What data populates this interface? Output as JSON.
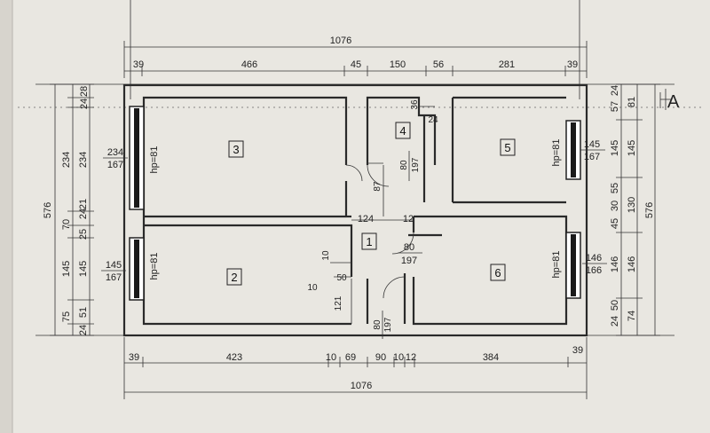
{
  "top_dims": {
    "total": "1076",
    "segments": [
      "39",
      "466",
      "45",
      "150",
      "56",
      "281",
      "39"
    ]
  },
  "bottom_dims": {
    "total": "1076",
    "segments": [
      "39",
      "423",
      "10",
      "69",
      "90",
      "10",
      "12",
      "384",
      "39"
    ]
  },
  "left_dims": {
    "total": "576",
    "outer": [
      "28",
      "234",
      "70",
      "145",
      "75"
    ],
    "inner": [
      "24",
      "234",
      "24",
      "21",
      "25",
      "145",
      "24",
      "51"
    ]
  },
  "right_dims": {
    "total": "576",
    "outer": [
      "81",
      "145",
      "130",
      "146",
      "74"
    ],
    "inner": [
      "57",
      "24",
      "145",
      "45",
      "30",
      "55",
      "146",
      "24",
      "50"
    ]
  },
  "axis_label": "A",
  "rooms": [
    "1",
    "2",
    "3",
    "4",
    "5",
    "6"
  ],
  "windows": {
    "room3": {
      "num": "234",
      "den": "167",
      "hp": "hp=81"
    },
    "room2": {
      "num": "145",
      "den": "167",
      "hp": "hp=81"
    },
    "room5": {
      "num": "145",
      "den": "167",
      "hp": "hp=81"
    },
    "room6": {
      "num": "146",
      "den": "166",
      "hp": "hp=81"
    }
  },
  "doors": {
    "room4": {
      "num": "80",
      "den": "197"
    },
    "room1": {
      "num": "80",
      "den": "197"
    },
    "entry": {
      "num": "80",
      "den": "197"
    }
  },
  "interior_dims": {
    "d124": "124",
    "d12": "12",
    "d87": "87",
    "d36": "36",
    "d24": "24",
    "d10a": "10",
    "d10b": "10",
    "d50": "50",
    "d121": "121"
  },
  "colors": {
    "background": "#e9e7e1",
    "line": "#2a2a2a",
    "window": "#1a1a1a"
  }
}
